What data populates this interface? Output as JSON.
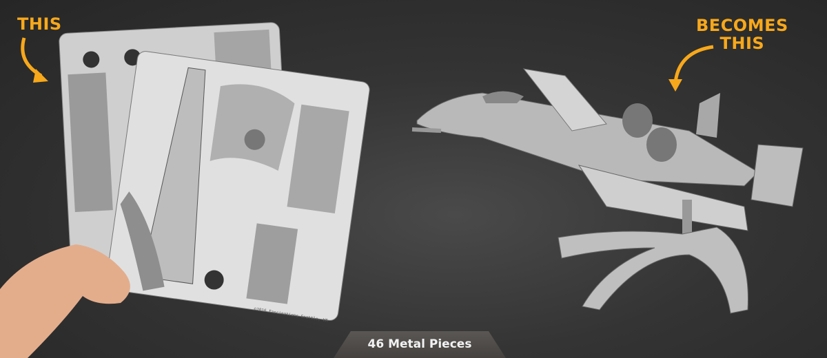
{
  "labels": {
    "before": "THIS",
    "after_line1": "BECOMES",
    "after_line2": "THIS"
  },
  "badge": {
    "text": "46 Metal Pieces"
  },
  "sheet_copyright": "©2016 Fascinations Seattle, WA",
  "colors": {
    "accent": "#f7a81b",
    "background": "#2e2e2e",
    "badge": "#4f4c49"
  }
}
